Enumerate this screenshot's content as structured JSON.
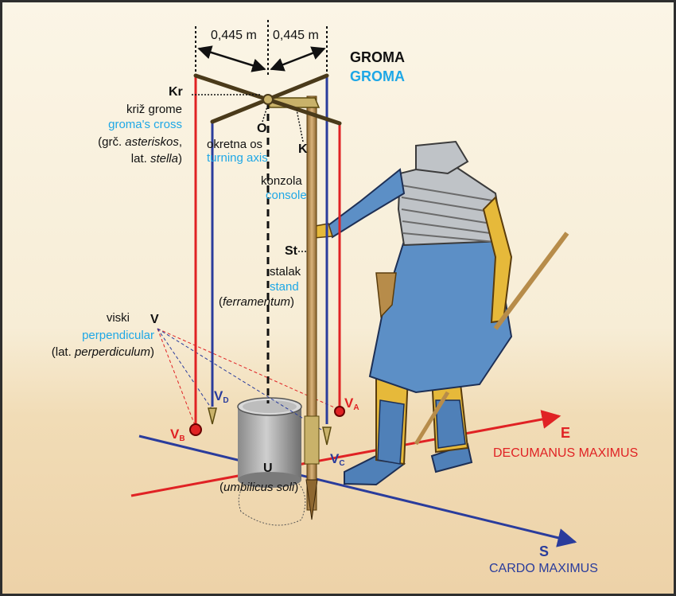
{
  "title": {
    "hr": "GROMA",
    "en": "GROMA"
  },
  "dimensions": {
    "left": "0,445 m",
    "right": "0,445 m"
  },
  "points": {
    "kr": "Kr",
    "o": "O",
    "k": "K",
    "st": "St",
    "v": "V",
    "u": "U",
    "vd": {
      "base": "V",
      "sub": "D"
    },
    "va": {
      "base": "V",
      "sub": "A"
    },
    "vb": {
      "base": "V",
      "sub": "B"
    },
    "vc": {
      "base": "V",
      "sub": "C"
    },
    "e": "E",
    "s": "S"
  },
  "labels": {
    "cross": {
      "hr": "križ grome",
      "en": "groma's cross",
      "gr_prefix": "(grč. ",
      "gr_term": "asteriskos",
      "gr_suffix": ",",
      "lat_prefix": "lat. ",
      "lat_term": "stella",
      "lat_suffix": ")"
    },
    "axis": {
      "hr": "okretna os",
      "en": "turning axis"
    },
    "console": {
      "hr": "konzola",
      "en": "console"
    },
    "stand": {
      "hr": "stalak",
      "en": "stand",
      "lat_open": "(",
      "lat_term": "ferramentum",
      "lat_close": ")"
    },
    "plumb": {
      "hr": "viski",
      "en": "perpendicular",
      "lat_prefix": "(lat. ",
      "lat_term": "perperdiculum",
      "lat_suffix": ")"
    },
    "umbilicus": {
      "open": "(",
      "term": "umbilicus soli",
      "close": ")"
    },
    "decumanus": "DECUMANUS  MAXIMUS",
    "cardo": "CARDO MAXIMUS"
  },
  "colors": {
    "red": "#e02224",
    "blue": "#1ea7e6",
    "navy": "#2a3c9c",
    "black": "#111111",
    "tunic": "#5c8fc6",
    "armor": "#bfc3c7",
    "skin": "#e6b93a",
    "staff": "#b78c4a"
  }
}
